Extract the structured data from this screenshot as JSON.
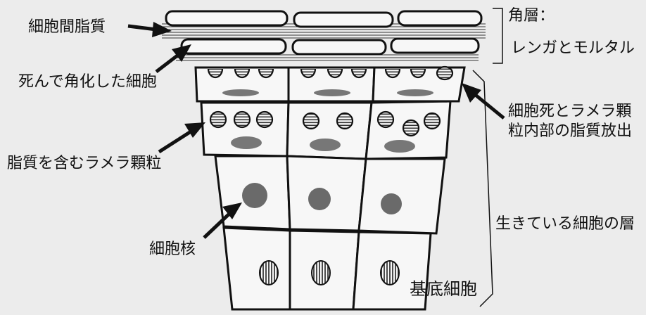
{
  "labels": {
    "intercellular_lipid": "細胞間脂質",
    "dead_keratinized_cells": "死んで角化した細胞",
    "lipid_lamellar_granules": "脂質を含むラメラ顆粒",
    "cell_nucleus": "細胞核",
    "basal_cell": "基底細胞",
    "stratum_corneum_line1": "角層：",
    "stratum_corneum_line2": "レンガとモルタル",
    "lipid_release_line1": "細胞死とラメラ顆",
    "lipid_release_line2": "粒内部の脂質放出",
    "living_layer": "生きている細胞の層"
  },
  "colors": {
    "ink": "#111111",
    "cell_fill": "#f7f7f7",
    "nucleus_fill": "#6a6a6a",
    "granule_stripe": "#333333",
    "background": "#ececec"
  }
}
